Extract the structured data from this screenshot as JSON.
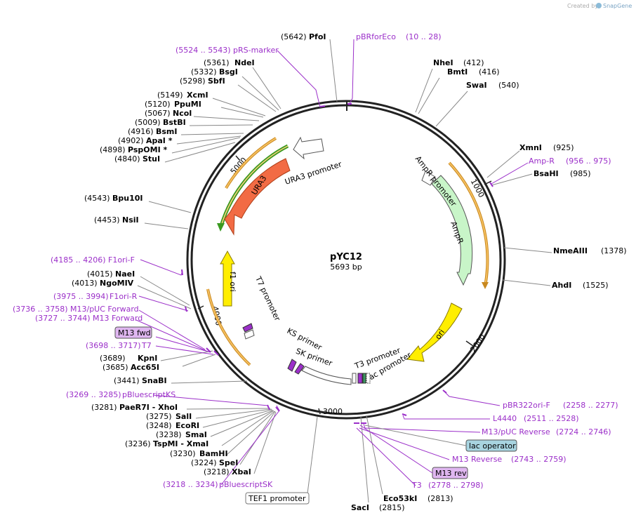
{
  "credit": "Created by",
  "brand": "SnapGene",
  "plasmid": {
    "name": "pYC12",
    "size": "5693 bp"
  },
  "ticks": [
    "1000",
    "2000",
    "3000",
    "4000",
    "5000"
  ],
  "features": [
    {
      "name": "URA3",
      "color": "#f26b44"
    },
    {
      "name": "URA3 promoter",
      "color": "#ffffff"
    },
    {
      "name": "AmpR promoter",
      "color": "#ffffff"
    },
    {
      "name": "AmpR",
      "color": "#c8f5c8"
    },
    {
      "name": "ori",
      "color": "#ffee00"
    },
    {
      "name": "f1 ori",
      "color": "#ffee00"
    },
    {
      "name": "T7 promoter",
      "color": "#ffffff"
    },
    {
      "name": "T3 promoter",
      "color": "#ffffff"
    },
    {
      "name": "lac promoter",
      "color": "#ffffff"
    },
    {
      "name": "KS primer",
      "color": "#9b2fc9"
    },
    {
      "name": "SK primer",
      "color": "#9b2fc9"
    }
  ],
  "sites": [
    {
      "pos": "(5642)",
      "name": "PfoI"
    },
    {
      "pos": "(5361)",
      "name": "NdeI"
    },
    {
      "pos": "(5332)",
      "name": "BsgI"
    },
    {
      "pos": "(5298)",
      "name": "SbfI"
    },
    {
      "pos": "(5149)",
      "name": "XcmI"
    },
    {
      "pos": "(5120)",
      "name": "PpuMI"
    },
    {
      "pos": "(5067)",
      "name": "NcoI"
    },
    {
      "pos": "(5009)",
      "name": "BstBI"
    },
    {
      "pos": "(4916)",
      "name": "BsmI"
    },
    {
      "pos": "(4902)",
      "name": "ApaI *"
    },
    {
      "pos": "(4898)",
      "name": "PspOMI *"
    },
    {
      "pos": "(4840)",
      "name": "StuI"
    },
    {
      "pos": "(4543)",
      "name": "Bpu10I"
    },
    {
      "pos": "(4453)",
      "name": "NsiI"
    },
    {
      "pos": "(4015)",
      "name": "NaeI"
    },
    {
      "pos": "(4013)",
      "name": "NgoMIV"
    },
    {
      "pos": "(3689)",
      "name": "KpnI"
    },
    {
      "pos": "(3685)",
      "name": "Acc65I"
    },
    {
      "pos": "(3441)",
      "name": "SnaBI"
    },
    {
      "pos": "(3281)",
      "name": "PaeR7I - XhoI"
    },
    {
      "pos": "(3275)",
      "name": "SalI"
    },
    {
      "pos": "(3248)",
      "name": "EcoRI"
    },
    {
      "pos": "(3238)",
      "name": "SmaI"
    },
    {
      "pos": "(3236)",
      "name": "TspMI - XmaI"
    },
    {
      "pos": "(3230)",
      "name": "BamHI"
    },
    {
      "pos": "(3224)",
      "name": "SpeI"
    },
    {
      "pos": "(3218)",
      "name": "XbaI"
    },
    {
      "pos": "(412)",
      "name": "NheI"
    },
    {
      "pos": "(416)",
      "name": "BmtI"
    },
    {
      "pos": "(540)",
      "name": "SwaI"
    },
    {
      "pos": "(925)",
      "name": "XmnI"
    },
    {
      "pos": "(985)",
      "name": "BsaHI"
    },
    {
      "pos": "(1378)",
      "name": "NmeAIII"
    },
    {
      "pos": "(1525)",
      "name": "AhdI"
    },
    {
      "pos": "(2813)",
      "name": "Eco53kI"
    },
    {
      "pos": "(2815)",
      "name": "SacI"
    }
  ],
  "primers": [
    {
      "name": "pBRforEco",
      "range": "(10 .. 28)"
    },
    {
      "name": "pRS-marker",
      "range": "(5524 .. 5543)"
    },
    {
      "name": "Amp-R",
      "range": "(956 .. 975)"
    },
    {
      "name": "F1ori-F",
      "range": "(4185 .. 4206)"
    },
    {
      "name": "F1ori-R",
      "range": "(3975 .. 3994)"
    },
    {
      "name": "M13/pUC Forward",
      "range": "(3736 .. 3758)"
    },
    {
      "name": "M13 Forward",
      "range": "(3727 .. 3744)"
    },
    {
      "name": "T7",
      "range": "(3698 .. 3717)"
    },
    {
      "name": "pBluescriptKS",
      "range": "(3269 .. 3285)"
    },
    {
      "name": "pBluescriptSK",
      "range": "(3218 .. 3234)"
    },
    {
      "name": "pBR322ori-F",
      "range": "(2258 .. 2277)"
    },
    {
      "name": "L4440",
      "range": "(2511 .. 2528)"
    },
    {
      "name": "M13/pUC Reverse",
      "range": "(2724 .. 2746)"
    },
    {
      "name": "M13 Reverse",
      "range": "(2743 .. 2759)"
    },
    {
      "name": "T3",
      "range": "(2778 .. 2798)"
    }
  ],
  "boxed": {
    "m13fwd": "M13 fwd",
    "m13rev": "M13 rev",
    "lac_operator": "lac operator",
    "tef1": "TEF1 promoter"
  },
  "colors": {
    "primer": "#9b2fc9",
    "orf_outline": "#f0a030",
    "ura3_arc": "#3a9a20",
    "m13_box": "#dfb6f0",
    "lac_box": "#a8d4e0"
  }
}
